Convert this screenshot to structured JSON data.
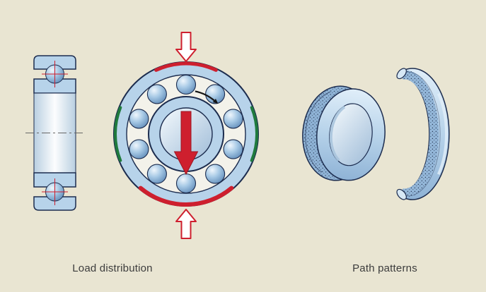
{
  "labels": {
    "load_distribution": "Load distribution",
    "path_patterns": "Path patterns"
  },
  "colors": {
    "bg": "#e9e5d2",
    "outline": "#1c2c4e",
    "ring_fill": "#b7d3ea",
    "ring_face_light": "#d7e8f5",
    "ball_highlight": "#eff6fc",
    "ball_mid": "#a8cae6",
    "ball_shadow": "#5e8ab8",
    "load_red": "#ce1f2e",
    "load_green": "#1f7a3d",
    "stipple_dot": "#24354f",
    "label_text": "#3c3c3c"
  },
  "icons": {
    "radial_load_arrow": "solid-red-down-arrow",
    "load_arrow_top": "open-red-outline-down-arrow",
    "load_arrow_bottom": "open-red-outline-up-arrow",
    "rotation_arrow": "black-clockwise-arc-arrow"
  }
}
